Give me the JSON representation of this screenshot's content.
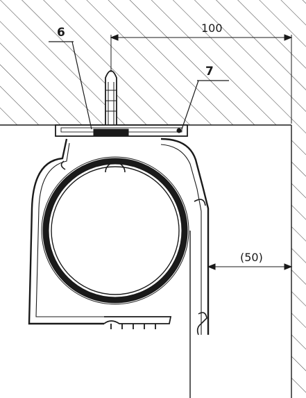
{
  "callouts": {
    "part_6": "6",
    "part_7": "7"
  },
  "dimensions": {
    "width_top": "100",
    "gap_reference": "(50)"
  },
  "colors": {
    "ink": "#1a1a1a",
    "hatch": "#4a4a4a",
    "background": "#ffffff"
  }
}
